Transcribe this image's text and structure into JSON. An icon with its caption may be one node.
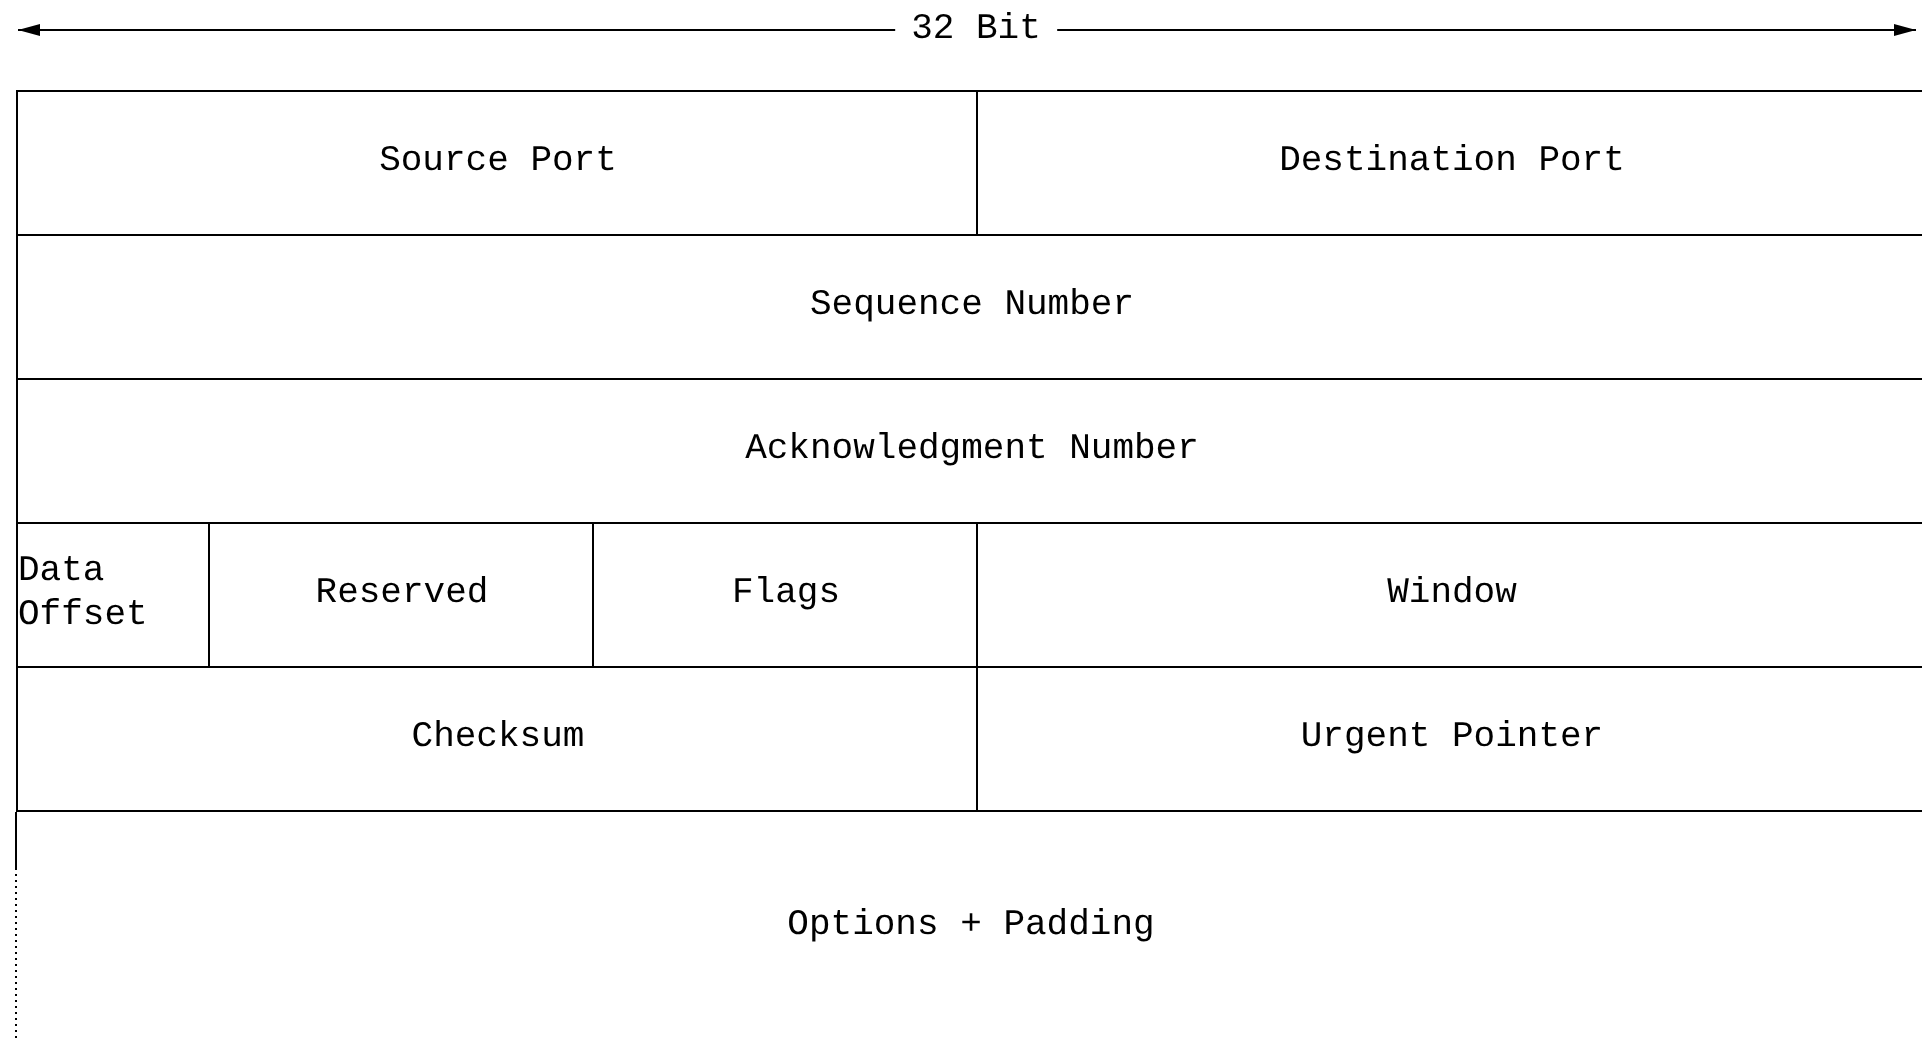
{
  "diagram": {
    "nodes": [
      {
        "text": [
          "Source Port"
        ]
      },
      {
        "text": [
          "Destination Port"
        ]
      },
      {
        "text": [
          "Sequence Number"
        ]
      },
      {
        "text": [
          "Acknowledgment Number"
        ]
      },
      {
        "text": [
          "Data Offset"
        ]
      },
      {
        "text": [
          "Reserved"
        ]
      },
      {
        "text": [
          "Flags"
        ]
      },
      {
        "text": [
          "Window"
        ]
      },
      {
        "text": [
          "Checksum"
        ]
      },
      {
        "text": [
          "Urgent Pointer"
        ]
      },
      {
        "text": [
          "Options + Padding"
        ]
      }
    ],
    "edges": [],
    "labels": [
      "32 Bit"
    ]
  }
}
